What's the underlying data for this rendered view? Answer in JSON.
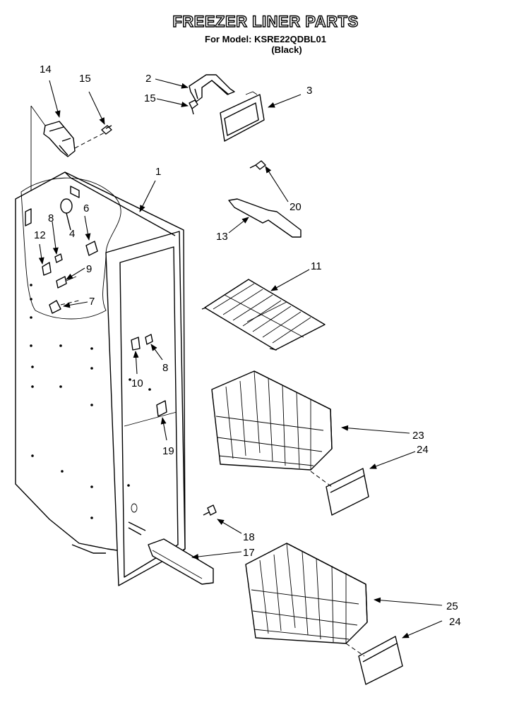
{
  "title": "FREEZER LINER PARTS",
  "model_line": "For Model: KSRE22QDBL01",
  "model_color": "(Black)",
  "labels": {
    "l1": "1",
    "l2": "2",
    "l3": "3",
    "l4": "4",
    "l6": "6",
    "l7": "7",
    "l8a": "8",
    "l8b": "8",
    "l9": "9",
    "l10": "10",
    "l11": "11",
    "l12": "12",
    "l13": "13",
    "l14": "14",
    "l15a": "15",
    "l15b": "15",
    "l17": "17",
    "l18": "18",
    "l19": "19",
    "l20": "20",
    "l23": "23",
    "l24a": "24",
    "l24b": "24",
    "l25": "25"
  }
}
